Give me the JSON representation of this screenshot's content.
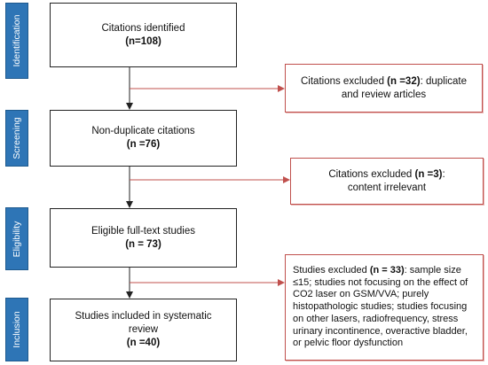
{
  "stages": [
    "Identification",
    "Screening",
    "Eligibility",
    "Inclusion"
  ],
  "boxes": {
    "identified": {
      "label": "Citations identified",
      "count": "(n=108)"
    },
    "non_duplicate": {
      "label": "Non-duplicate citations",
      "count": "(n =76)"
    },
    "eligible": {
      "label": "Eligible full-text studies",
      "count": "(n = 73)"
    },
    "included": {
      "label": "Studies included in systematic review",
      "count": "(n =40)"
    }
  },
  "exclusions": {
    "duplicates": {
      "prefix": "Citations excluded ",
      "count": "(n =32)",
      "suffix": ": duplicate and review articles"
    },
    "irrelevant": {
      "prefix": "Citations excluded ",
      "count": "(n =3)",
      "suffix": ": content irrelevant"
    },
    "studies": {
      "prefix": "Studies excluded ",
      "count": "(n = 33)",
      "suffix": ": sample size ≤15; studies not focusing on the effect of CO2 laser on GSM/VVA; purely histopathologic studies; studies focusing on other lasers, radiofrequency, stress urinary incontinence, overactive bladder, or pelvic floor dysfunction"
    }
  },
  "colors": {
    "stage_fill": "#2e75b6",
    "exclusion_border": "#c0504d",
    "arrow": "#222222",
    "exclusion_arrow": "#c0504d"
  }
}
